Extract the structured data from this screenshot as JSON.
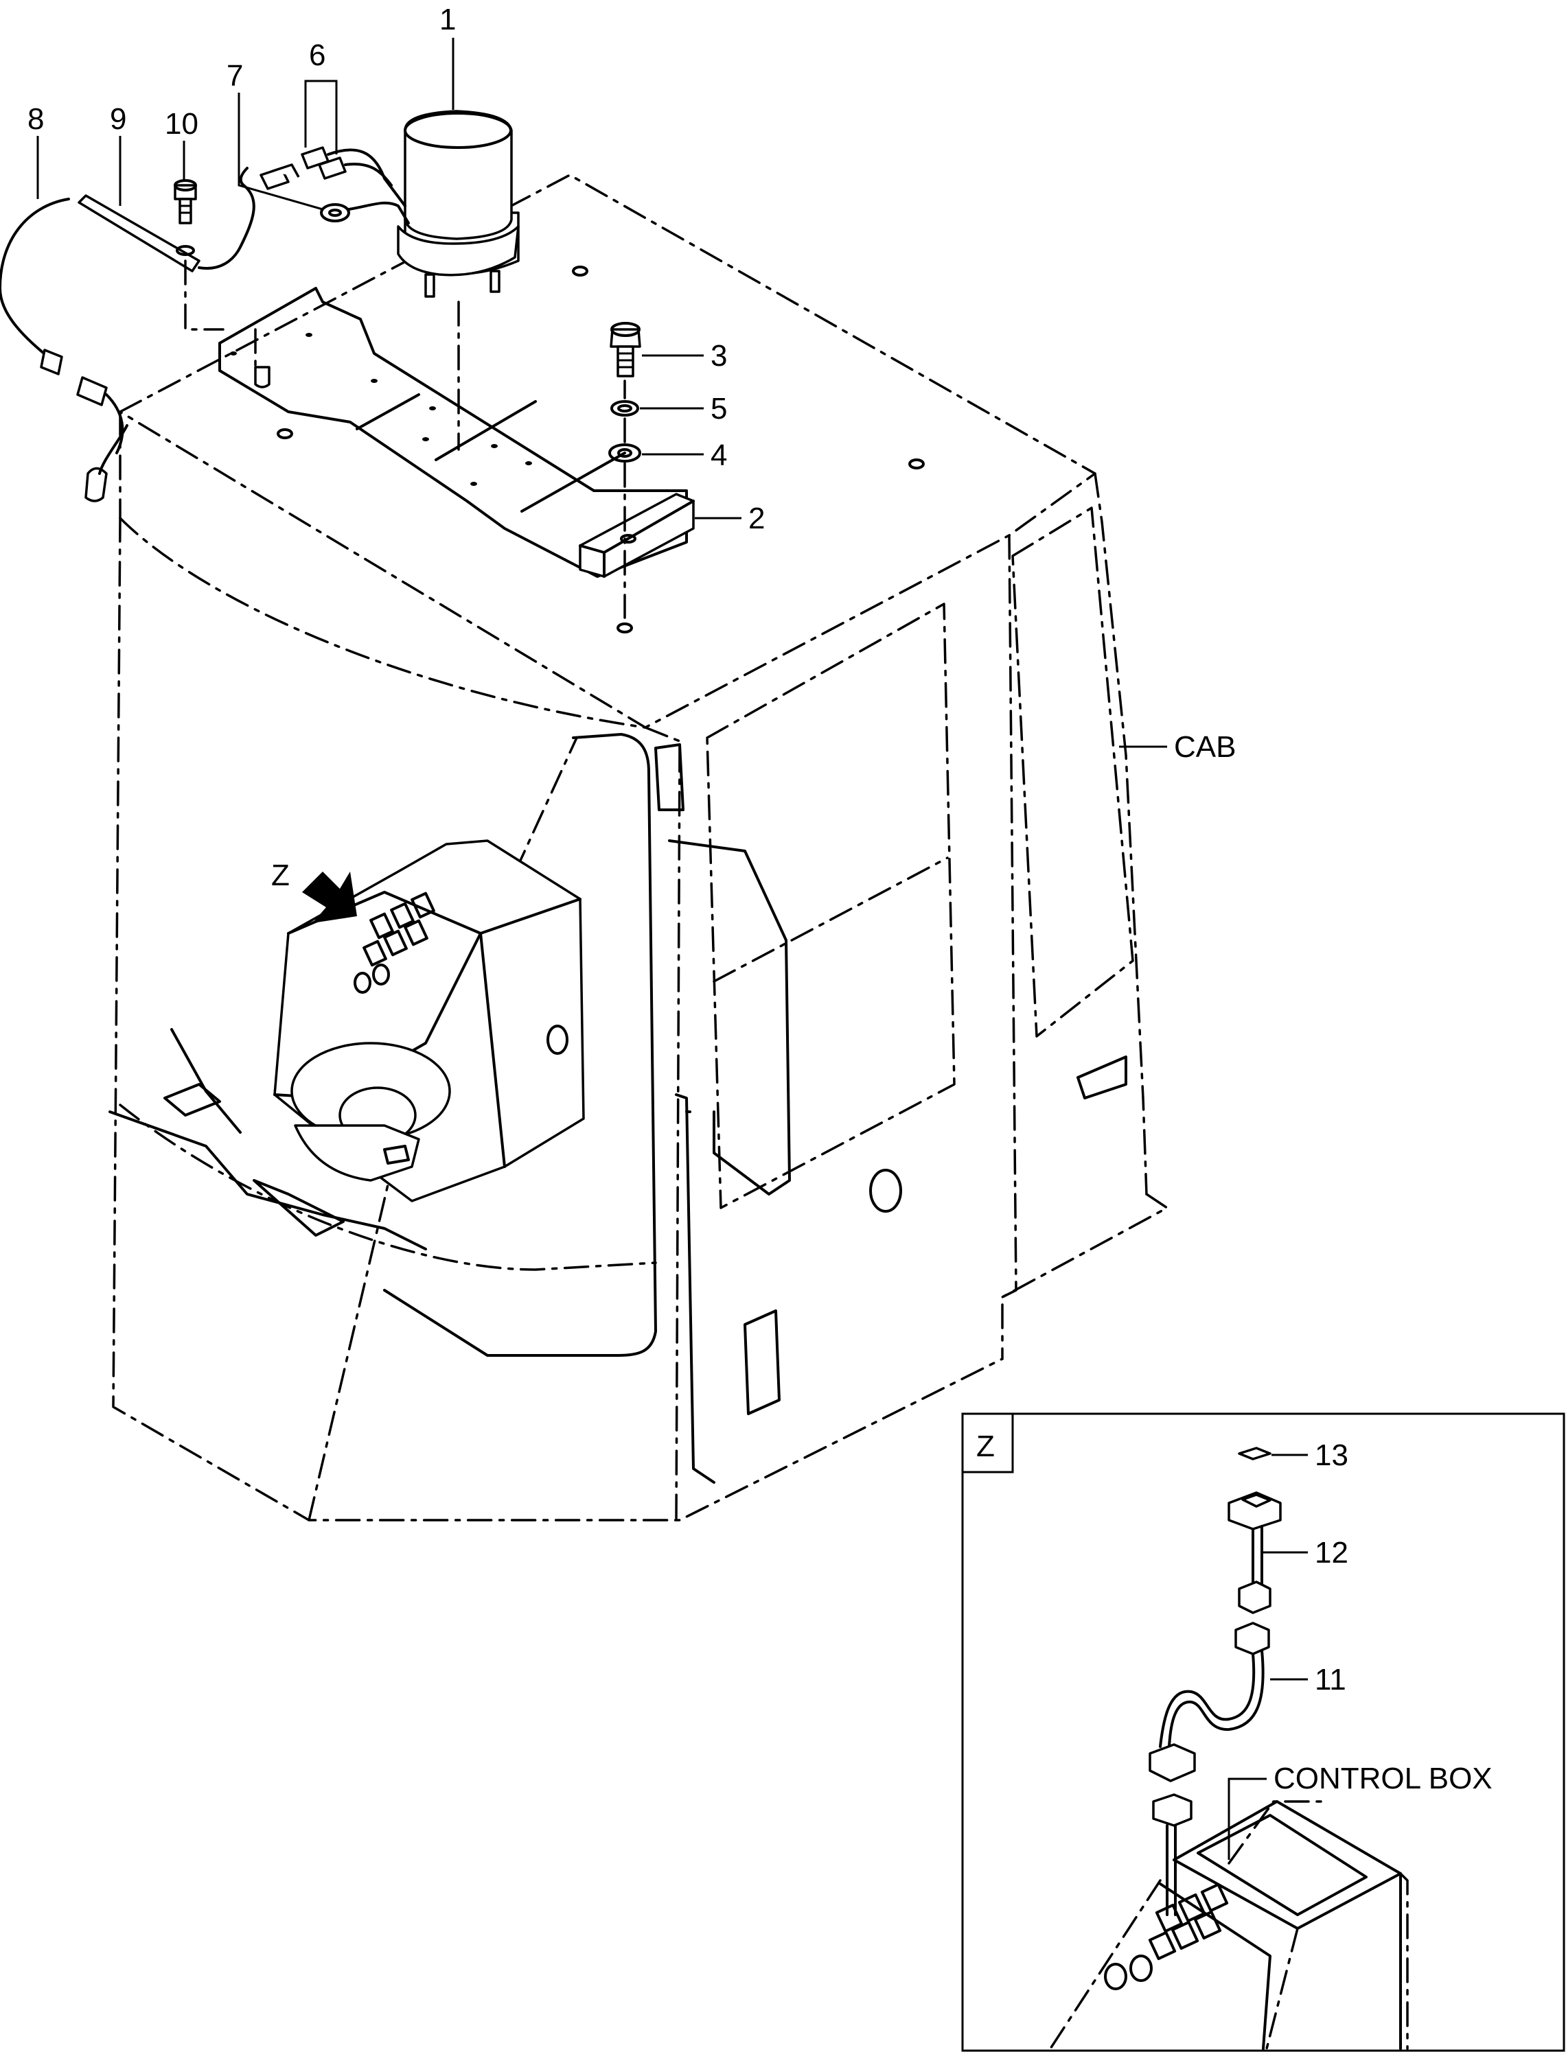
{
  "callouts": {
    "c1": "1",
    "c2": "2",
    "c3": "3",
    "c4": "4",
    "c5": "5",
    "c6": "6",
    "c7": "7",
    "c8": "8",
    "c9": "9",
    "c10": "10",
    "c11": "11",
    "c12": "12",
    "c13": "13"
  },
  "labels": {
    "cab": "CAB",
    "view_arrow": "Z",
    "inset_tag": "Z",
    "control_box": "CONTROL BOX"
  }
}
